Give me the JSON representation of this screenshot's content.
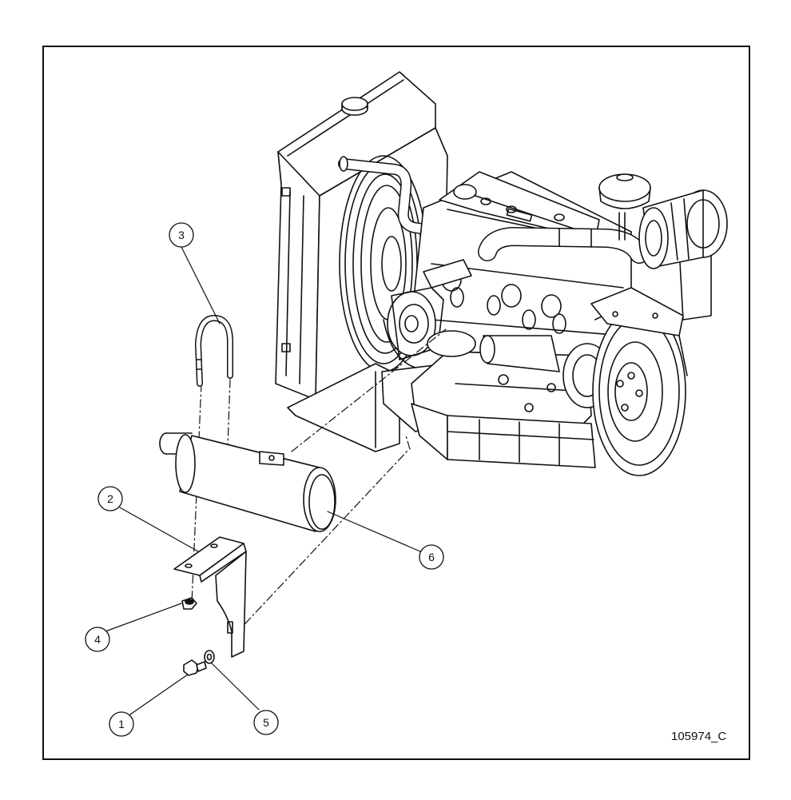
{
  "drawing": {
    "id": "105974_C",
    "callouts": [
      {
        "label": "1",
        "part": "bolt"
      },
      {
        "label": "2",
        "part": "muffler-bracket"
      },
      {
        "label": "3",
        "part": "u-bolt"
      },
      {
        "label": "4",
        "part": "nut"
      },
      {
        "label": "5",
        "part": "washer"
      },
      {
        "label": "6",
        "part": "muffler"
      }
    ]
  }
}
